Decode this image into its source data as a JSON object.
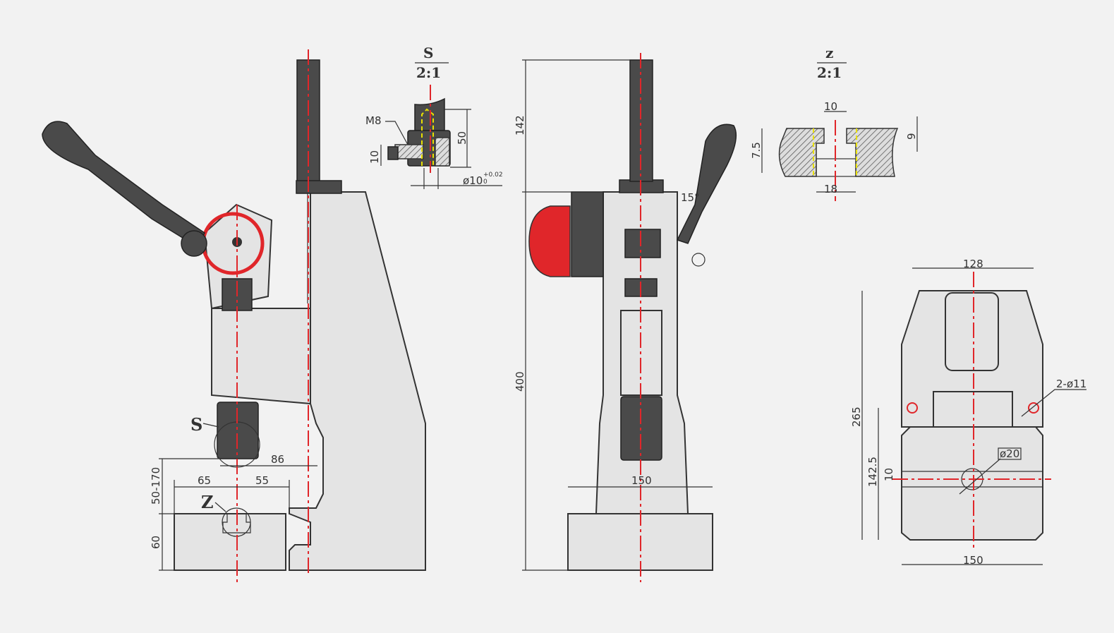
{
  "detail_s": {
    "label": "S",
    "scale": "2:1",
    "thread": "M8",
    "height": "50",
    "offset": "10",
    "bore": "ø10",
    "tol_upper": "+0.02",
    "tol_lower": "0"
  },
  "detail_z": {
    "label": "z",
    "scale": "2:1",
    "slot_top": "10",
    "slot_depth": "7.5",
    "top_thickness": "9",
    "slot_bottom": "18"
  },
  "side_view": {
    "throat": "86",
    "left": "65",
    "right": "55",
    "stroke": "50-170",
    "base_height": "60",
    "callout_z": "Z",
    "callout_s": "S"
  },
  "front_view": {
    "top_height": "142",
    "total_height": "400",
    "angle": "15°",
    "base_width": "150"
  },
  "plan_view": {
    "top_width": "128",
    "holes": "2-ø11",
    "depth": "265",
    "hole_pos": "142.5",
    "slot": "10",
    "center_hole": "ø20",
    "base_width": "150"
  },
  "colors": {
    "centerline": "#e0262a",
    "knob": "#e0262a",
    "hidden": "#e8e000"
  }
}
